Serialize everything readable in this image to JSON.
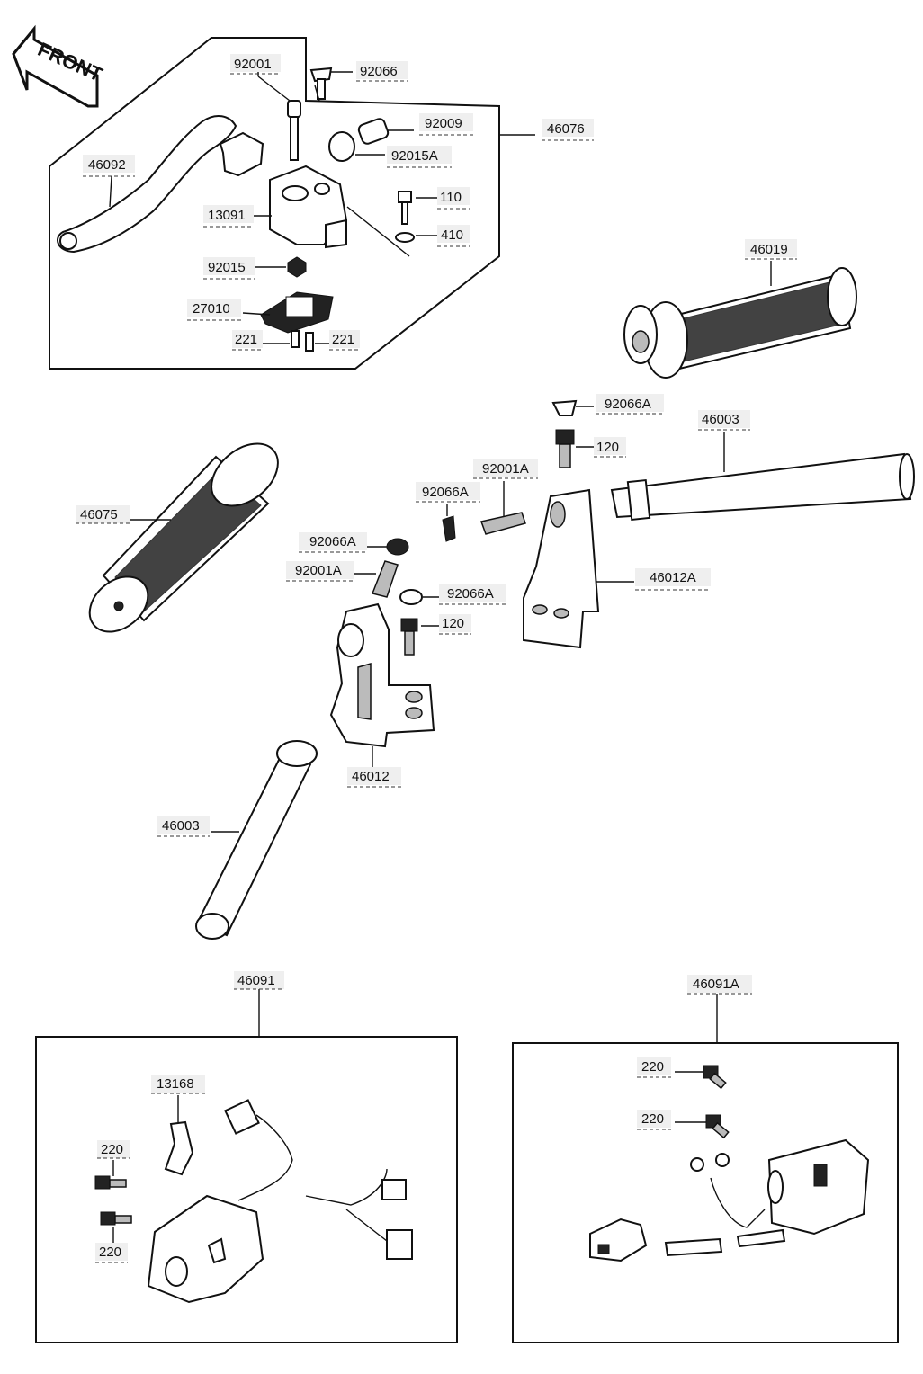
{
  "front_arrow": {
    "text": "FRONT"
  },
  "labels": {
    "p92001_top": "92001",
    "p92066_top": "92066",
    "p92009": "92009",
    "p46076": "46076",
    "p92015A": "92015A",
    "p46092": "46092",
    "p13091": "13091",
    "p110": "110",
    "p410": "410",
    "p92015": "92015",
    "p27010": "27010",
    "p221_left": "221",
    "p221_right": "221",
    "p46019": "46019",
    "p92066A_top": "92066A",
    "p120_top": "120",
    "p46003_right": "46003",
    "p92001A_mid": "92001A",
    "p92066A_mid": "92066A",
    "p46075": "46075",
    "p92066A_left": "92066A",
    "p92001A_left": "92001A",
    "p46012A": "46012A",
    "p92066A_low": "92066A",
    "p120_low": "120",
    "p46012": "46012",
    "p46003_left": "46003",
    "p46091": "46091",
    "p46091A": "46091A",
    "p13168": "13168",
    "p220_left_top": "220",
    "p220_left_bottom": "220",
    "p220_right_top": "220",
    "p220_right_bottom": "220"
  }
}
